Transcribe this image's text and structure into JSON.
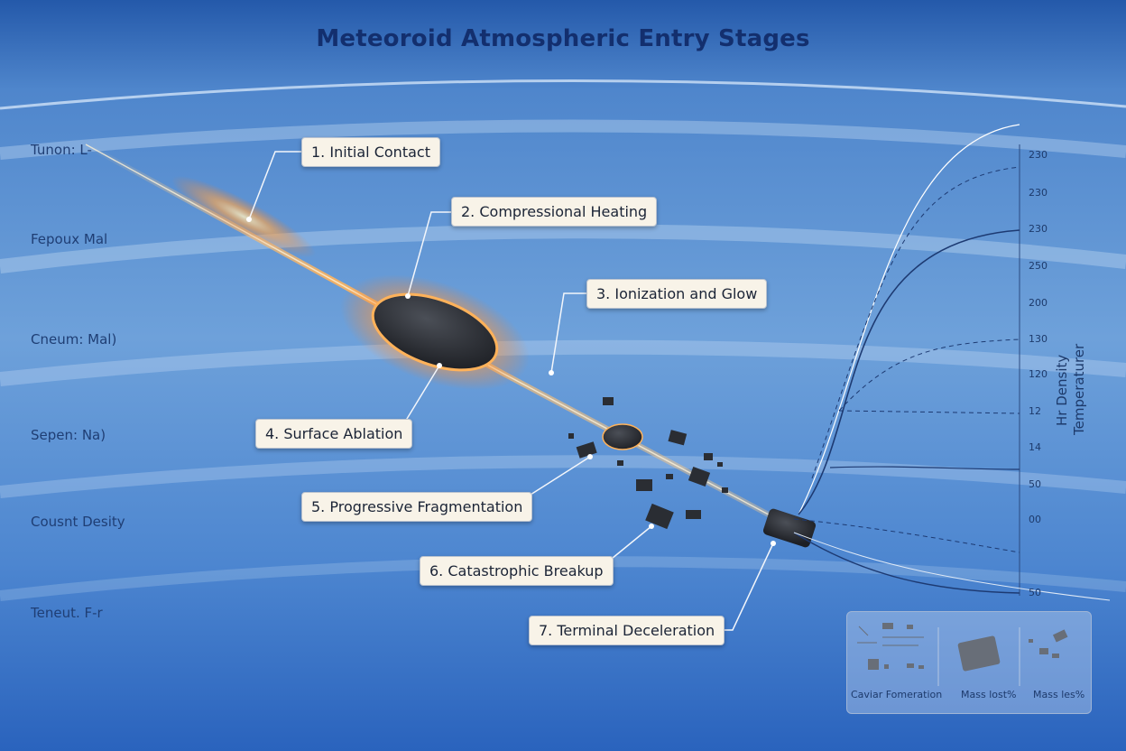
{
  "title": "Meteoroid Atmospheric Entry Stages",
  "layer_labels": [
    "Tunon: L-",
    "Fepoux Mal",
    "Cneum: Mal)",
    "Sepen: Na)",
    "Cousnt Desity",
    "Teneut. F-r"
  ],
  "stages": [
    {
      "label": "1. Initial Contact"
    },
    {
      "label": "2. Compressional Heating"
    },
    {
      "label": "3. Ionization and Glow"
    },
    {
      "label": "4. Surface Ablation"
    },
    {
      "label": "5. Progressive Fragmentation"
    },
    {
      "label": "6. Catastrophic Breakup"
    },
    {
      "label": "7. Terminal Deceleration"
    }
  ],
  "graph": {
    "y_ticks": [
      "230",
      "230",
      "230",
      "250",
      "200",
      "130",
      "120",
      "12",
      "14",
      "50",
      "00",
      "50"
    ],
    "axis_title_lines": [
      "Hr Density",
      "Temperaturer"
    ]
  },
  "inset": {
    "labels": [
      "Caviar Fomeration",
      "Mass lost%",
      "Mass les%"
    ]
  },
  "colors": {
    "sky_top": "#1a4fa0",
    "sky_bottom": "#2f6cc6",
    "title": "#132f6e",
    "callout_bg": "#f8f3e8",
    "trail_glow": "#ffb25a",
    "rock": "#2a2d33"
  }
}
